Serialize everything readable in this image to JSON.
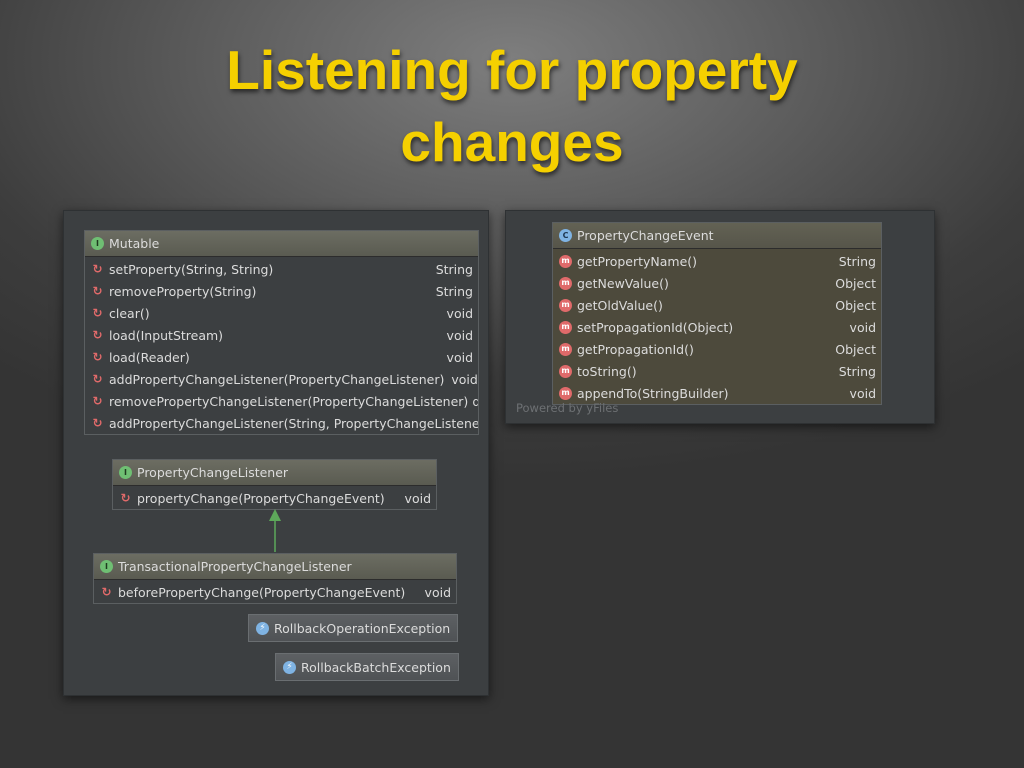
{
  "title": {
    "line1": "Listening for property",
    "line2": "changes"
  },
  "colors": {
    "title": "#f5d000",
    "interface_badge": "#6fbf73",
    "class_badge": "#7fb3e3",
    "method_badge": "#e06a6a",
    "inheritance_arrow": "#5da85a"
  },
  "mutable": {
    "badge": "I",
    "name": "Mutable",
    "methods": [
      {
        "name": "setProperty(String, String)",
        "type": "String"
      },
      {
        "name": "removeProperty(String)",
        "type": "String"
      },
      {
        "name": "clear()",
        "type": "void"
      },
      {
        "name": "load(InputStream)",
        "type": "void"
      },
      {
        "name": "load(Reader)",
        "type": "void"
      },
      {
        "name": "addPropertyChangeListener(PropertyChangeListener)",
        "type": "void"
      },
      {
        "name": "removePropertyChangeListener(PropertyChangeListener)",
        "type": "d"
      },
      {
        "name": "addPropertyChangeListener(String, PropertyChangeListener",
        "type": ""
      }
    ]
  },
  "property_change_listener": {
    "badge": "I",
    "name": "PropertyChangeListener",
    "methods": [
      {
        "name": "propertyChange(PropertyChangeEvent)",
        "type": "void"
      }
    ]
  },
  "transactional_listener": {
    "badge": "I",
    "name": "TransactionalPropertyChangeListener",
    "methods": [
      {
        "name": "beforePropertyChange(PropertyChangeEvent)",
        "type": "void"
      }
    ]
  },
  "exceptions": {
    "rollback_operation": "RollbackOperationException",
    "rollback_batch": "RollbackBatchException"
  },
  "property_change_event": {
    "badge": "C",
    "name": "PropertyChangeEvent",
    "method_badge": "m",
    "methods": [
      {
        "name": "getPropertyName()",
        "type": "String"
      },
      {
        "name": "getNewValue()",
        "type": "Object"
      },
      {
        "name": "getOldValue()",
        "type": "Object"
      },
      {
        "name": "setPropagationId(Object)",
        "type": "void"
      },
      {
        "name": "getPropagationId()",
        "type": "Object"
      },
      {
        "name": "toString()",
        "type": "String"
      },
      {
        "name": "appendTo(StringBuilder)",
        "type": "void"
      }
    ]
  },
  "watermark": "Powered by yFiles"
}
